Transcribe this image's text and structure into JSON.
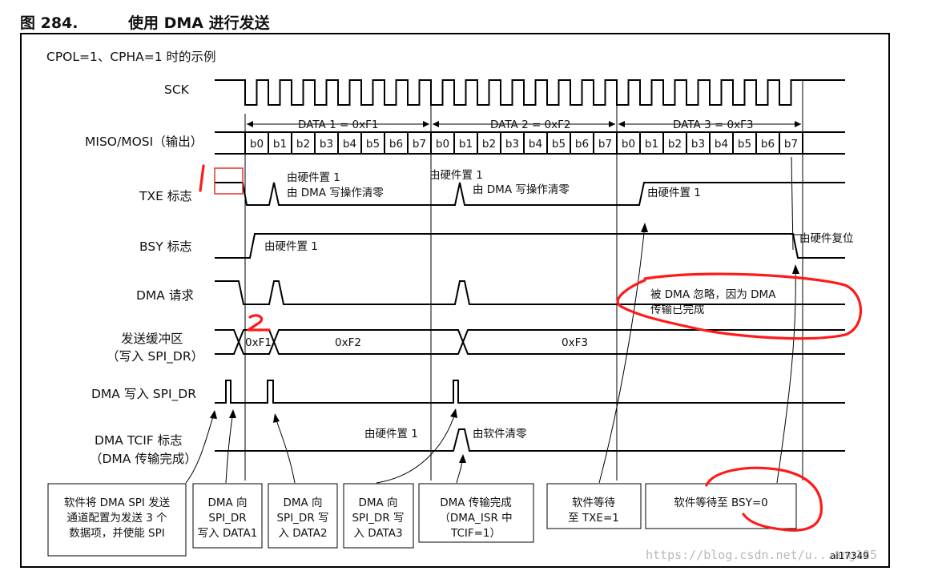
{
  "figure": {
    "number": "图 284.",
    "title": "使用 DMA 进行发送"
  },
  "subtitle": "CPOL=1、CPHA=1 时的示例",
  "signals": {
    "sck": "SCK",
    "miso": "MISO/MOSI（输出）",
    "txe": "TXE 标志",
    "bsy": "BSY 标志",
    "dmareq": "DMA 请求",
    "txbuf_1": "发送缓冲区",
    "txbuf_2": "（写入 SPI_DR）",
    "dmawrite": "DMA 写入 SPI_DR",
    "tcif_1": "DMA TCIF 标志",
    "tcif_2": "（DMA 传输完成）"
  },
  "data_labels": [
    "DATA 1 = 0xF1",
    "DATA 2 = 0xF2",
    "DATA 3 = 0xF3"
  ],
  "bits": [
    "b0",
    "b1",
    "b2",
    "b3",
    "b4",
    "b5",
    "b6",
    "b7"
  ],
  "buffer_values": [
    "0xF1",
    "0xF2",
    "0xF3"
  ],
  "annotations": {
    "txe_set_1a": "由硬件置 1",
    "txe_set_1b": "由 DMA 写操作清零",
    "txe_set_2a": "由硬件置 1",
    "txe_set_2b": "由 DMA 写操作清零",
    "txe_set_3": "由硬件置 1",
    "bsy_set": "由硬件置 1",
    "bsy_reset": "由硬件复位",
    "dma_ignored_1": "被 DMA 忽略，因为 DMA",
    "dma_ignored_2": "传输已完成",
    "tcif_set": "由硬件置 1",
    "tcif_clear": "由软件清零"
  },
  "boxes": {
    "b1": [
      "软件将 DMA SPI 发送",
      "通道配置为发送 3 个",
      "数据项，并使能 SPI"
    ],
    "b2": [
      "DMA 向",
      "SPI_DR",
      "写入 DATA1"
    ],
    "b3": [
      "DMA 向",
      "SPI_DR 写",
      "入 DATA2"
    ],
    "b4": [
      "DMA 向",
      "SPI_DR 写",
      "入 DATA3"
    ],
    "b5": [
      "DMA 传输完成",
      "（DMA_ISR 中",
      "TCIF=1）"
    ],
    "b6": [
      "软件等待",
      "至 TXE=1"
    ],
    "b7": [
      "软件等待至 BSY=0"
    ]
  },
  "ref_id": "ai17349",
  "watermark": "https://blog.csdn.net/u...ang185",
  "colors": {
    "ink": "#000000",
    "annotation_red": "#ff1a1a",
    "watermark": "#b8b8b8"
  }
}
